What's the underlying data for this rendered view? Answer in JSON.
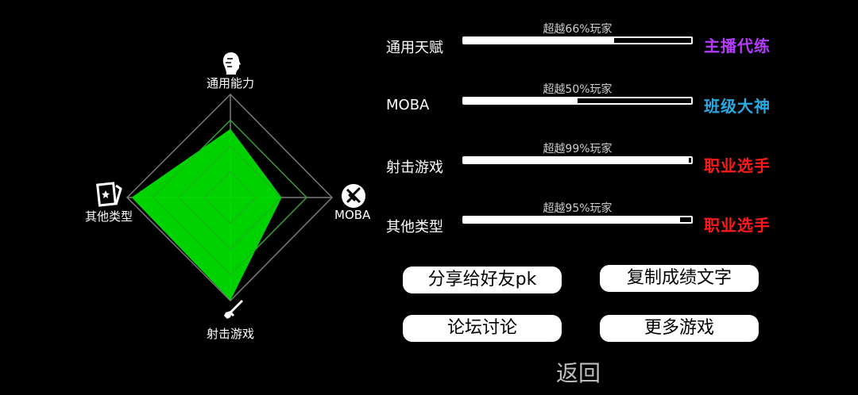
{
  "radar": {
    "axes": {
      "top": "通用能力",
      "right": "MOBA",
      "bottom": "射击游戏",
      "left": "其他类型"
    },
    "icons": {
      "top": "head-icon",
      "right": "no-sword-icon",
      "bottom": "rifle-icon",
      "left": "card-star-icon"
    },
    "values": {
      "top": 0.66,
      "right": 0.5,
      "bottom": 0.99,
      "left": 0.95
    },
    "fill_color": "#00dd00",
    "grid_color": "#7a7a7a"
  },
  "stats": [
    {
      "name": "通用天赋",
      "caption": "超越66%玩家",
      "percent": 66,
      "rank": "主播代练",
      "rank_color": "#b33cff"
    },
    {
      "name": "MOBA",
      "caption": "超越50%玩家",
      "percent": 50,
      "rank": "班级大神",
      "rank_color": "#2aa8e0"
    },
    {
      "name": "射击游戏",
      "caption": "超越99%玩家",
      "percent": 99,
      "rank": "职业选手",
      "rank_color": "#ff1a1a"
    },
    {
      "name": "其他类型",
      "caption": "超越95%玩家",
      "percent": 95,
      "rank": "职业选手",
      "rank_color": "#ff1a1a"
    }
  ],
  "buttons": {
    "share": "分享给好友pk",
    "copy": "复制成绩文字",
    "forum": "论坛讨论",
    "more_games": "更多游戏",
    "back": "返回"
  }
}
